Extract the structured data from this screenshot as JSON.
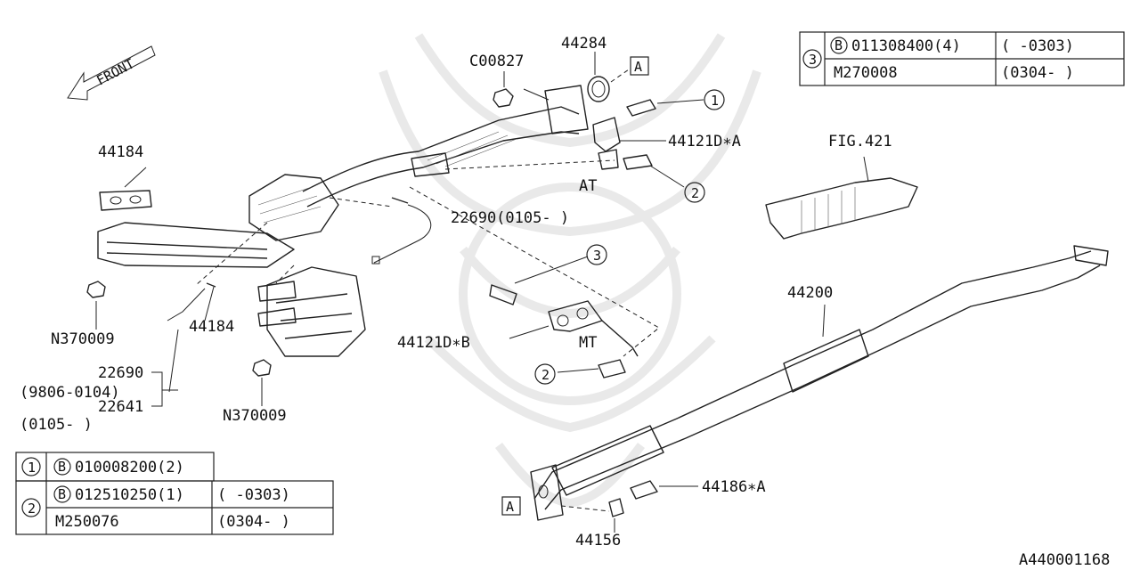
{
  "labels": {
    "front": "FRONT",
    "c00827": "C00827",
    "p44284": "44284",
    "ref_a_top": "A",
    "p44121da": "44121D∗A",
    "at": "AT",
    "fig421": "FIG.421",
    "p44184_top": "44184",
    "p22690_upper": "22690(0105-     )",
    "p44184_mid": "44184",
    "n370009_left": "N370009",
    "p44200": "44200",
    "p44121db": "44121D∗B",
    "mt": "MT",
    "p22690_lower": "22690",
    "range_9806": "(9806-0104)",
    "p22641": "22641",
    "range_0105": "(0105-     )",
    "n370009_right": "N370009",
    "p44186a": "44186∗A",
    "ref_a_bottom": "A",
    "p44156": "44156",
    "diagram_code": "A440001168"
  },
  "callouts": {
    "one": "1",
    "two_top": "2",
    "three": "3",
    "two_mid": "2"
  },
  "table_right": {
    "index": "3",
    "row1_part": "011308400(4)",
    "row1_range": "(     -0303)",
    "row2_part": "M270008",
    "row2_range": "(0304-     )"
  },
  "table_left": {
    "row1_index": "1",
    "row1_part": "010008200(2)",
    "row2_index": "2",
    "row2_part": "012510250(1)",
    "row2_range": "(     -0303)",
    "row3_part": "M250076",
    "row3_range": "(0304-     )"
  },
  "bolt_badge": "B"
}
